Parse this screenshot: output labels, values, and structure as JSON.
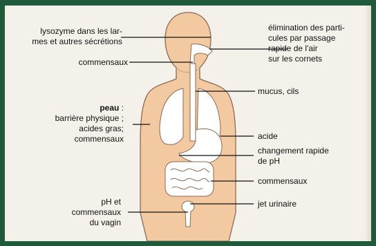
{
  "labels": {
    "lysozyme": [
      "lysozyme dans les lar-",
      "mes et autres sécrétions"
    ],
    "commensaux_nose": "commensaux",
    "peau_title": "peau",
    "peau_colon": " :",
    "peau_lines": [
      "barrière physique ;",
      "acides gras;",
      "commensaux"
    ],
    "ph_vagin": [
      "pH et",
      "commensaux",
      "du vagin"
    ],
    "elimination": [
      "élimination des parti-",
      "cules par passage",
      "rapide de l'air",
      "sur les cornets"
    ],
    "mucus": "mucus, cils",
    "acide": "acide",
    "changement": [
      "changement rapide",
      "de pH"
    ],
    "commensaux_intestin": "commensaux",
    "jet": "jet urinaire"
  },
  "colors": {
    "frame": "#1f5b3a",
    "background": "#f4f1ea",
    "skin": "#f2c9a0",
    "skin_outline": "#8a6a52",
    "organs": "#ffffff",
    "leader_line": "#111111"
  }
}
